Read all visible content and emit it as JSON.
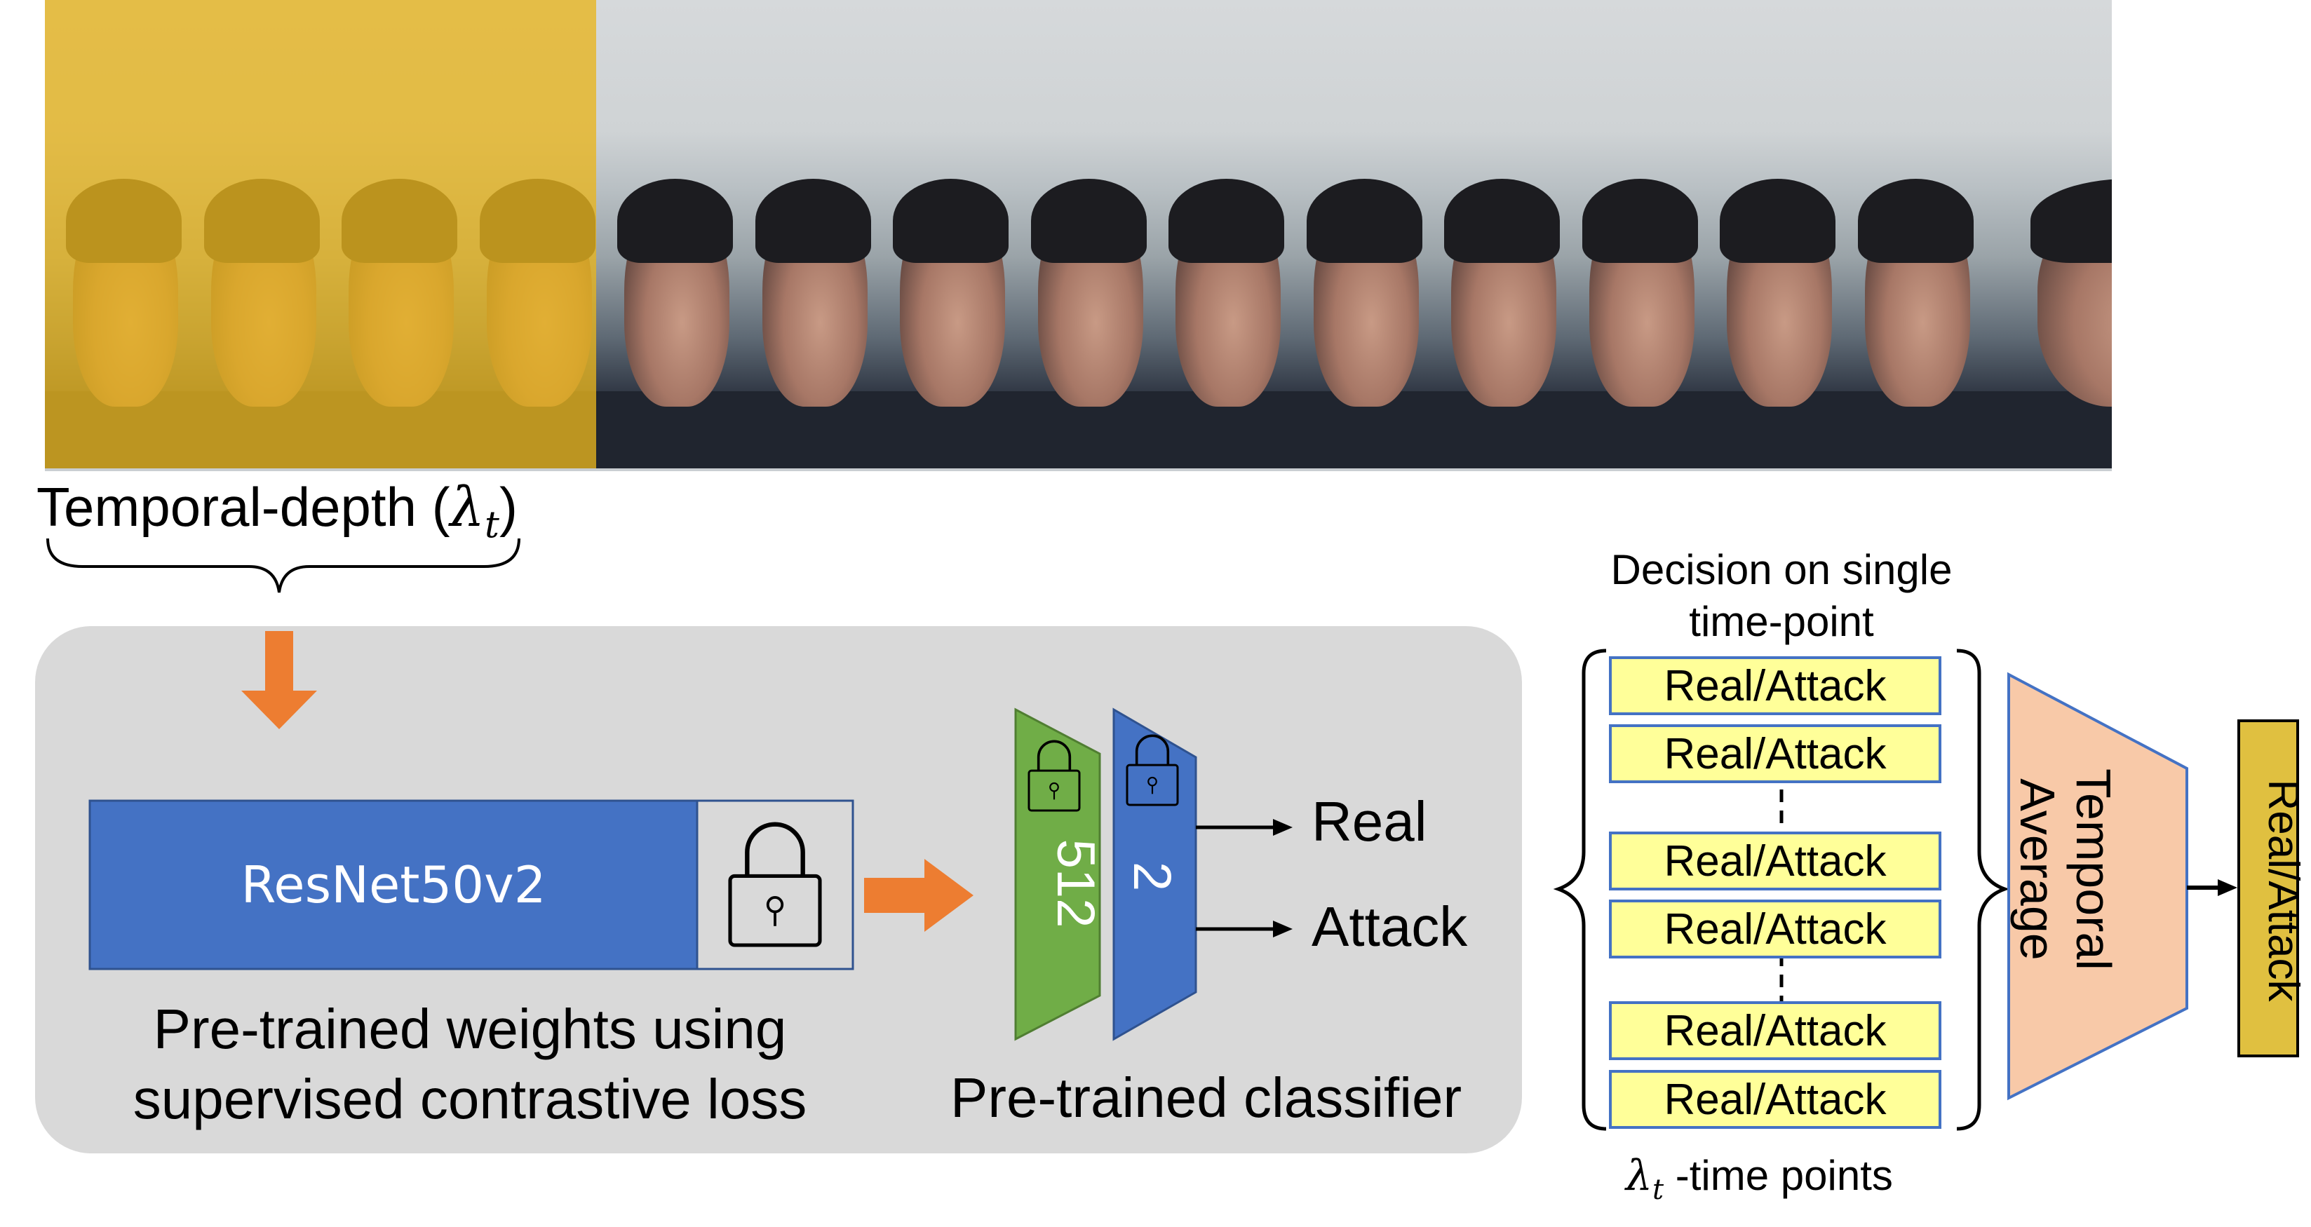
{
  "film_strip": {
    "frame_count": 15,
    "highlighted_count": 4,
    "highlight_color": "#e8b51e"
  },
  "temporal_depth_label": "Temporal-depth (",
  "temporal_depth_symbol": "λ",
  "temporal_depth_sub": "t",
  "temporal_depth_close": ")",
  "resnet": {
    "label": "ResNet50v2",
    "color": "#4472c4"
  },
  "pretrained_weights_text": [
    "Pre-trained weights using",
    "supervised contrastive loss"
  ],
  "classifier": {
    "layer1": "512",
    "layer1_color": "#70ad47",
    "layer2": "2",
    "layer2_color": "#4472c4",
    "caption": "Pre-trained classifier"
  },
  "outputs": [
    "Real",
    "Attack"
  ],
  "decision_header": [
    "Decision on single",
    "time-point"
  ],
  "decision_boxes": [
    "Real/Attack",
    "Real/Attack",
    "Real/Attack",
    "Real/Attack",
    "Real/Attack",
    "Real/Attack"
  ],
  "decision_box_color": "#ffff99",
  "time_points_symbol": "λ",
  "time_points_sub": "t",
  "time_points_label": " -time points",
  "temporal_average": {
    "lines": [
      "Temporal",
      "Average"
    ],
    "color": "#f8c9a8"
  },
  "final_output": {
    "label": "Real/Attack",
    "color": "#e0c040"
  },
  "arrow_color": "#ed7d31"
}
